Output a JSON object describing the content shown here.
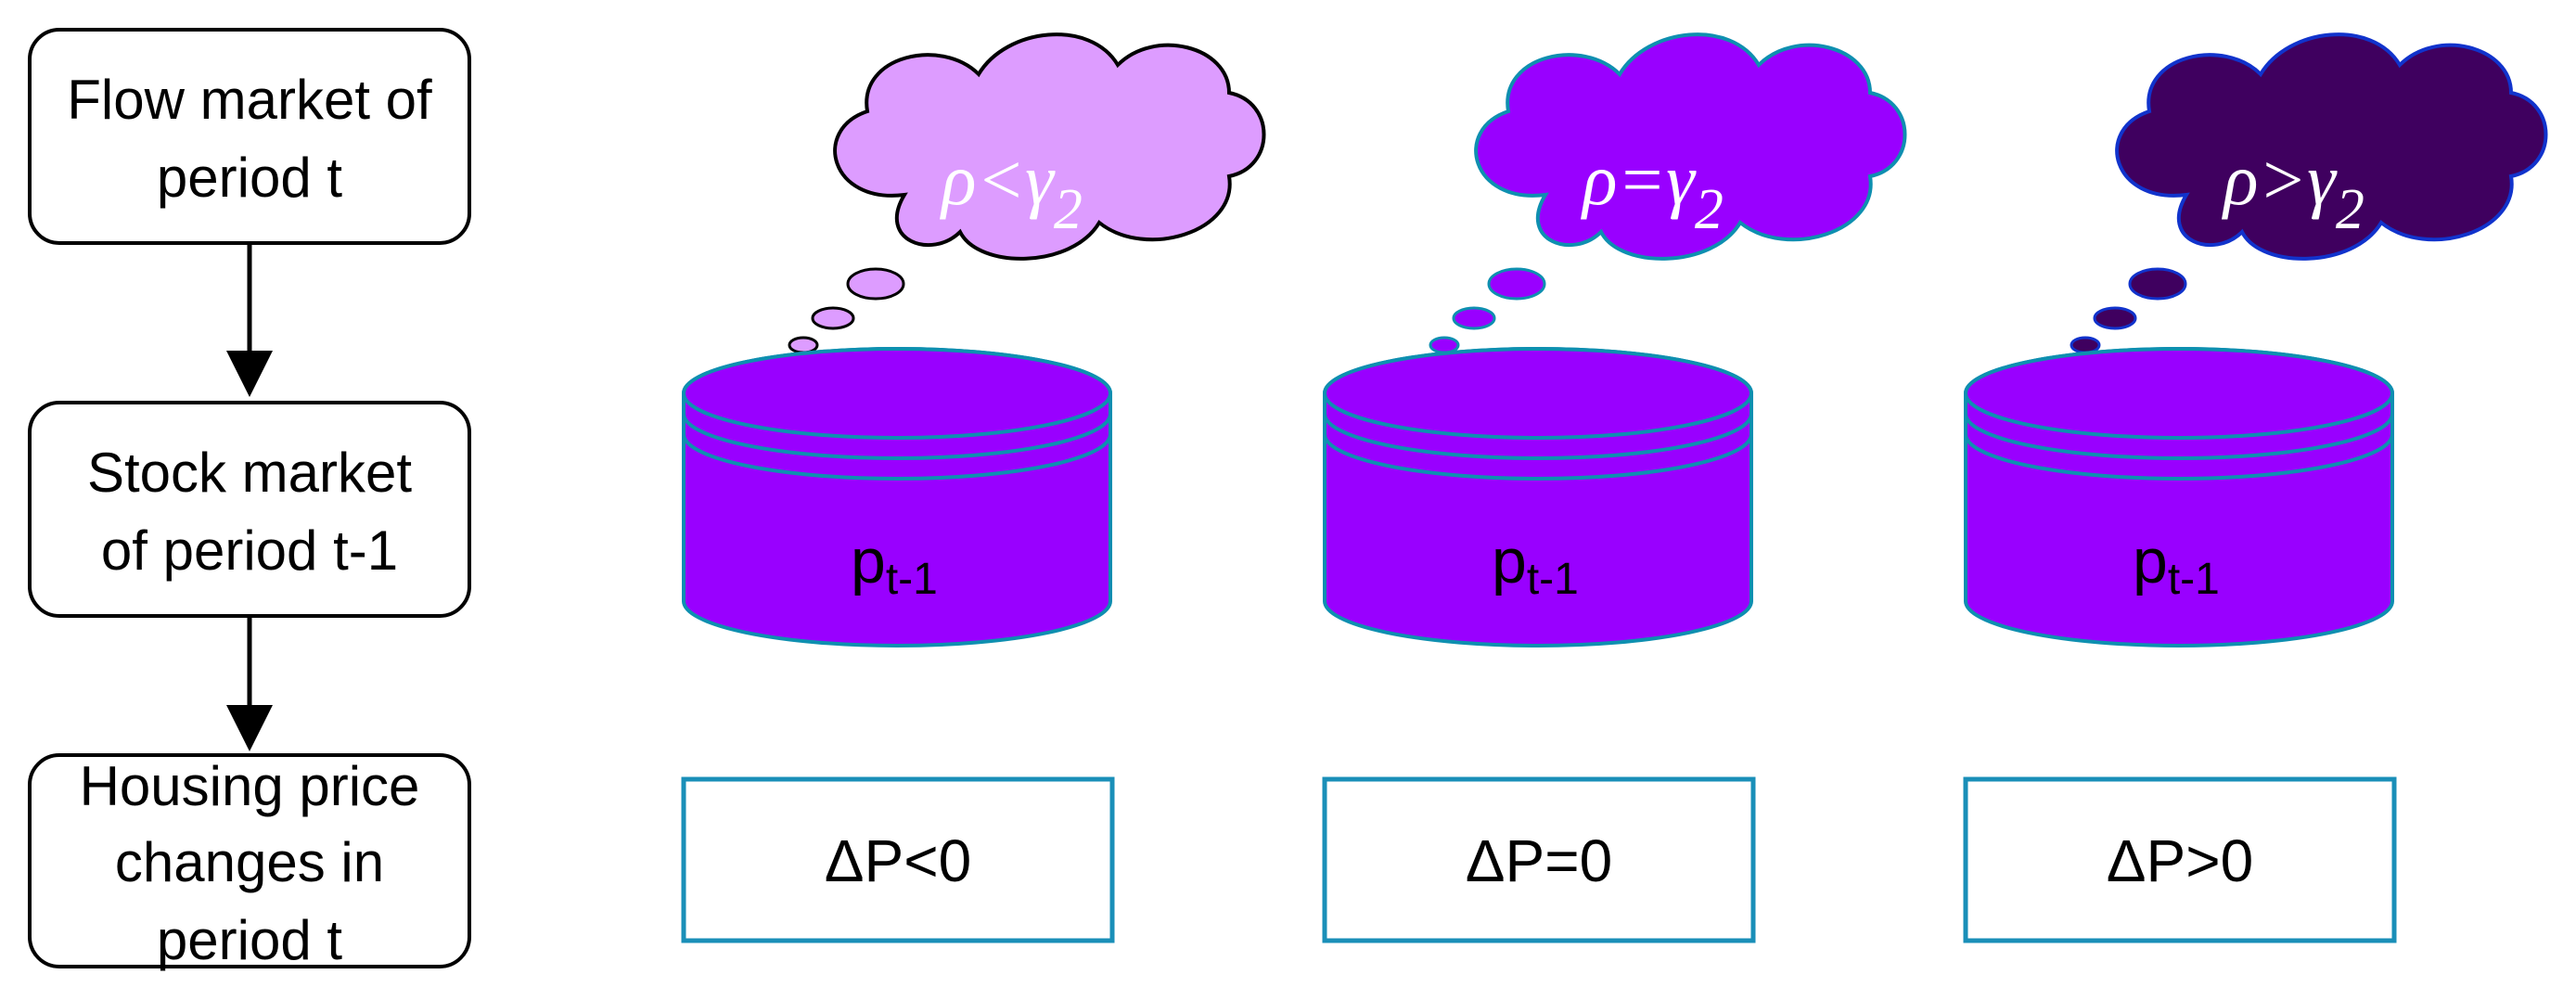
{
  "flow": {
    "box1": [
      "Flow market of",
      "period t"
    ],
    "box2": [
      "Stock market",
      "of period t-1"
    ],
    "box3": [
      "Housing price",
      "changes in",
      "period t"
    ]
  },
  "panels": [
    {
      "cloud": {
        "rho": "ρ",
        "op": "<",
        "gamma": "γ",
        "sub": "2"
      },
      "cylinder": {
        "main": "p",
        "sub": "t-1"
      },
      "result": "ΔP<0",
      "cloud_fill": "#dd9cff",
      "cloud_stroke": "#000000"
    },
    {
      "cloud": {
        "rho": "ρ",
        "op": "=",
        "gamma": "γ",
        "sub": "2"
      },
      "cylinder": {
        "main": "p",
        "sub": "t-1"
      },
      "result": "ΔP=0",
      "cloud_fill": "#9900ff",
      "cloud_stroke": "#0e8fb0"
    },
    {
      "cloud": {
        "rho": "ρ",
        "op": ">",
        "gamma": "γ",
        "sub": "2"
      },
      "cylinder": {
        "main": "p",
        "sub": "t-1"
      },
      "result": "ΔP>0",
      "cloud_fill": "#3f005f",
      "cloud_stroke": "#1133cc"
    }
  ],
  "colors": {
    "cylinder_fill": "#9900ff",
    "cylinder_stroke": "#0e8fb0",
    "result_border": "#1a8fb8",
    "flow_border": "#000000"
  }
}
